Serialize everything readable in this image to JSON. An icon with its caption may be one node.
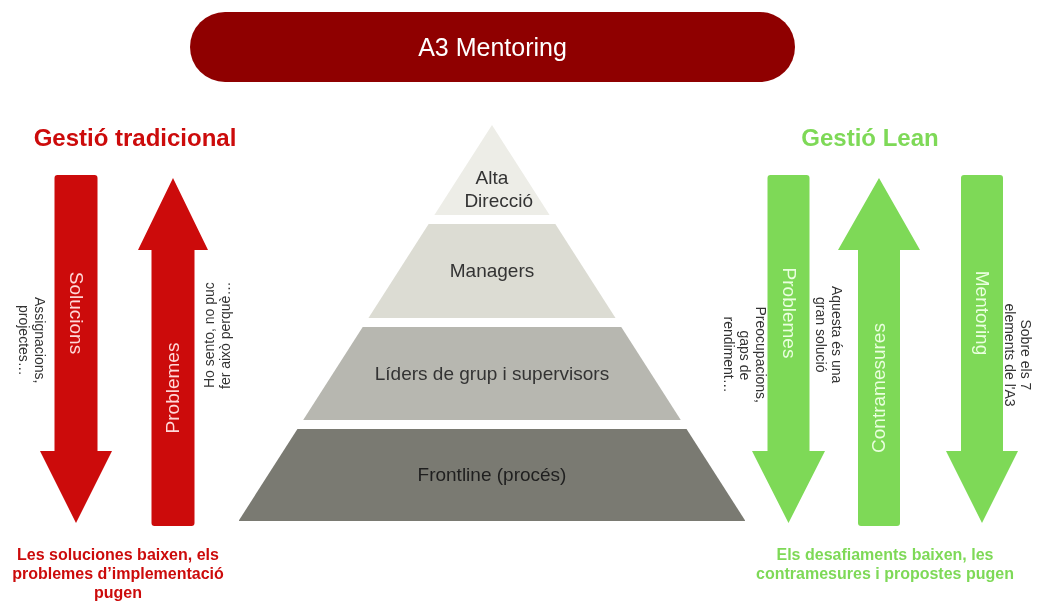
{
  "diagram": {
    "title": "A3 Mentoring",
    "nodes": [
      {
        "text": [
          "Solucions"
        ],
        "beside": [
          "Assignacions, projectes…"
        ]
      },
      {
        "text": [
          "Problemes"
        ],
        "beside": [
          "Ho sento, no puc fer això perquè…"
        ]
      },
      {
        "text": [
          "Alta Direcció"
        ]
      },
      {
        "text": [
          "Managers"
        ]
      },
      {
        "text": [
          "Líders de grup i supervisors"
        ]
      },
      {
        "text": [
          "Frontline (procés)"
        ]
      },
      {
        "text": [
          "Problemes"
        ],
        "beside": [
          "Preocupacions, gaps de rendiment…"
        ]
      },
      {
        "text": [
          "Contramesures"
        ],
        "beside": [
          "Aquesta és una gran solució"
        ]
      },
      {
        "text": [
          "Mentoring"
        ],
        "beside": [
          "Sobre els 7 elements de l'A3"
        ]
      }
    ],
    "labels": [
      "Gestió tradicional",
      "Gestió Lean",
      "Les soluciones baixen, els problemes d’implementació pugen",
      "Els desafiaments baixen, les contramesures i propostes pugen"
    ]
  }
}
